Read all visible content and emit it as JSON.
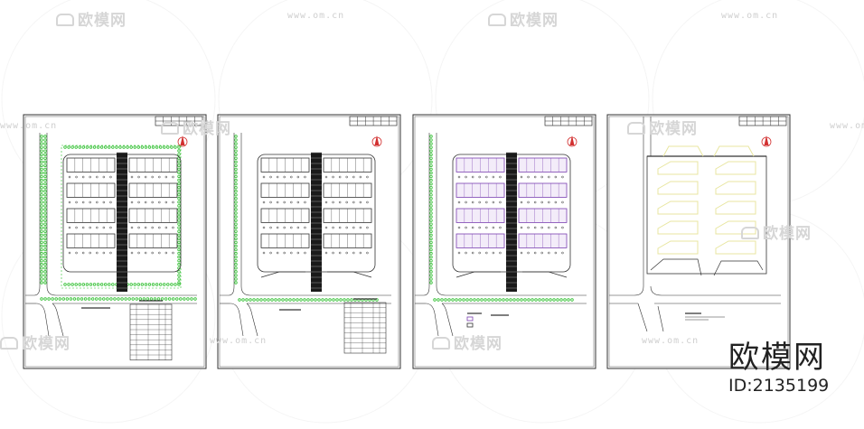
{
  "watermark": {
    "logo_text": "欧模网",
    "url_text": "www.om.cn"
  },
  "brand": {
    "logo_text": "欧模网",
    "id_text": "ID:2135199"
  },
  "colors": {
    "line": "#333333",
    "green": "#2fbf2f",
    "purple": "#7a3fb0",
    "red": "#d23030",
    "yellow": "#e8e6a0",
    "watermark": "#d6d6d6"
  },
  "drawings": [
    {
      "name": "drawing-sheet-1",
      "variant": "green-tree-plan"
    },
    {
      "name": "drawing-sheet-2",
      "variant": "detail-plan"
    },
    {
      "name": "drawing-sheet-3",
      "variant": "purple-zoning-plan"
    },
    {
      "name": "drawing-sheet-4",
      "variant": "outline-plan"
    }
  ]
}
